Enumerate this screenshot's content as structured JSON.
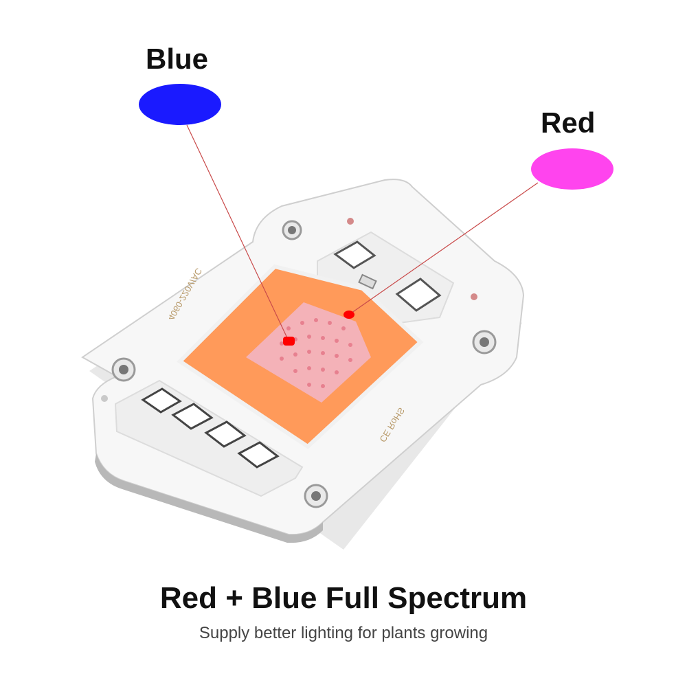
{
  "legend": {
    "blue_label": "Blue",
    "blue_color": "#1a1aff",
    "red_label": "Red",
    "red_color": "#ff44ee"
  },
  "chip_markings": {
    "voltage": "4060-220V/AC",
    "cert": "CE RoHS"
  },
  "caption": {
    "title": "Red + Blue Full Spectrum",
    "subtitle": "Supply better lighting for plants growing"
  },
  "colors": {
    "board": "#ffffff",
    "phosphor_orange": "#ff9a5a",
    "center_pink": "#f4b2b8",
    "marker_red": "#ff0000",
    "leader_line": "#c94a4a"
  }
}
